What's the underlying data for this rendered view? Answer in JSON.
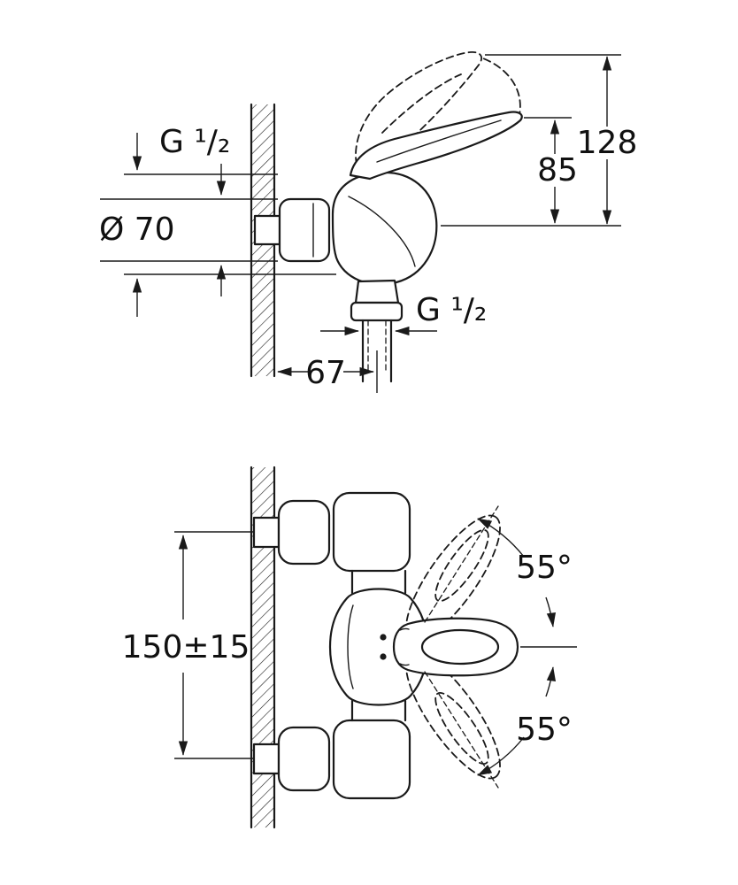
{
  "page": {
    "background_color": "#ffffff",
    "line_color": "#1a1a1a",
    "description": "Technical dimension drawing of a wall-mounted single-lever shower mixer, side view (top) and front view (bottom)"
  },
  "side_view": {
    "name": "side view with mounting dimensions",
    "labels": {
      "thread_top": "G ¹/₂",
      "flange_diameter": "Ø 70",
      "lever_height": "85",
      "total_height": "128",
      "outlet_thread": "G ¹/₂",
      "wall_distance": "67"
    }
  },
  "front_view": {
    "name": "front view with swivel angles",
    "labels": {
      "center_distance": "150±15",
      "swivel_angle_up": "55°",
      "swivel_angle_down": "55°"
    }
  }
}
